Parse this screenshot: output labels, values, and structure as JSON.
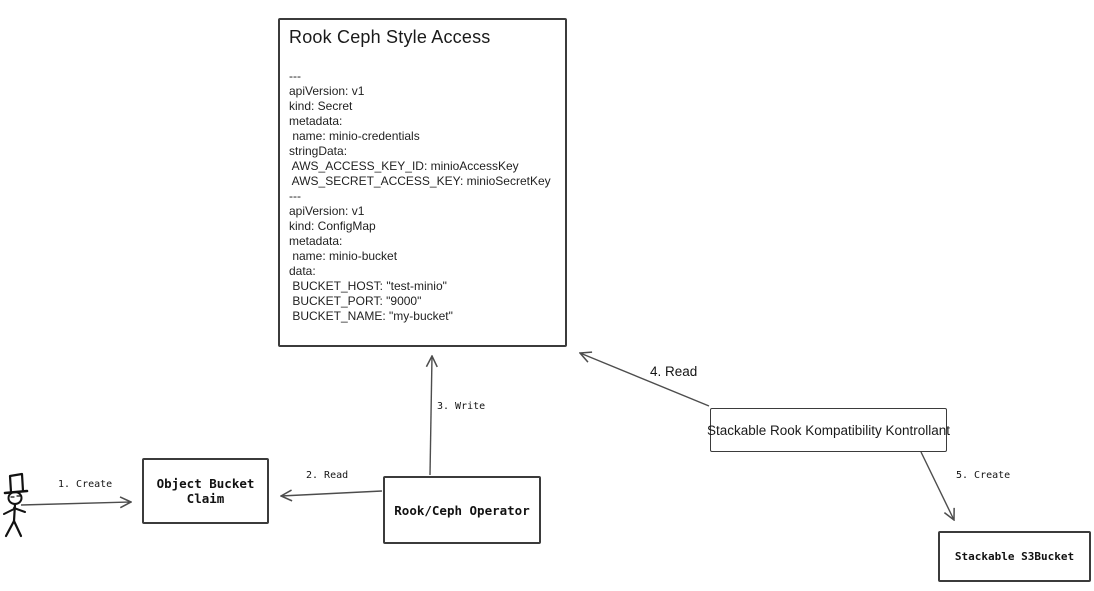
{
  "main_box": {
    "title": "Rook Ceph Style Access",
    "yaml": "---\napiVersion: v1\nkind: Secret\nmetadata:\n name: minio-credentials\nstringData:\n AWS_ACCESS_KEY_ID: minioAccessKey\n AWS_SECRET_ACCESS_KEY: minioSecretKey\n---\napiVersion: v1\nkind: ConfigMap\nmetadata:\n name: minio-bucket\ndata:\n BUCKET_HOST: \"test-minio\"\n BUCKET_PORT: \"9000\"\n BUCKET_NAME: \"my-bucket\""
  },
  "nodes": {
    "object_bucket_claim": "Object Bucket\nClaim",
    "rook_ceph_operator": "Rook/Ceph Operator",
    "stackable_kontrollant": "Stackable Rook Kompatibility Kontrollant",
    "stackable_s3bucket": "Stackable S3Bucket"
  },
  "actor": {
    "icon": "stick-figure-user-with-top-hat"
  },
  "edges": [
    {
      "label": "1. Create",
      "from": "user",
      "to": "object-bucket-claim"
    },
    {
      "label": "2. Read",
      "from": "rook-ceph-operator",
      "to": "object-bucket-claim"
    },
    {
      "label": "3. Write",
      "from": "rook-ceph-operator",
      "to": "rook-ceph-style-access"
    },
    {
      "label": "4. Read",
      "from": "stackable-kontrollant",
      "to": "rook-ceph-style-access"
    },
    {
      "label": "5. Create",
      "from": "stackable-kontrollant",
      "to": "stackable-s3bucket"
    }
  ],
  "colors": {
    "background": "#ffffff",
    "border": "#3b3b3b",
    "arrow": "#4d4d4d",
    "text": "#1a1a1a"
  }
}
